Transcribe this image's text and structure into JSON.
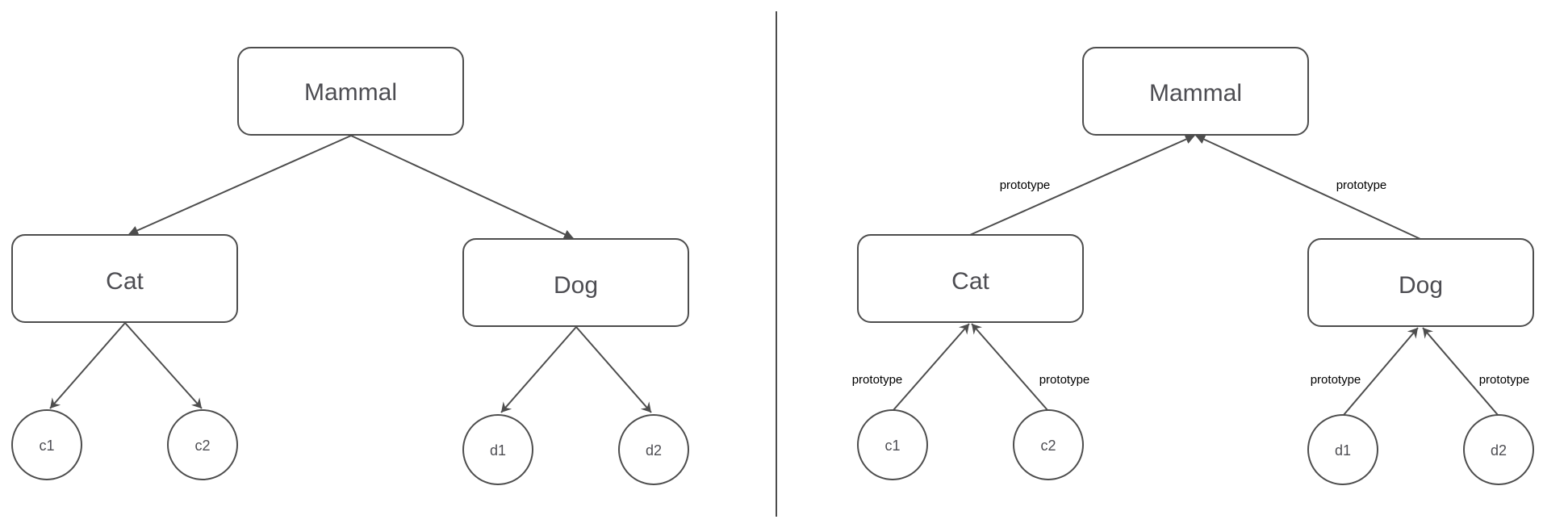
{
  "left": {
    "mammal": "Mammal",
    "cat": "Cat",
    "dog": "Dog",
    "c1": "c1",
    "c2": "c2",
    "d1": "d1",
    "d2": "d2"
  },
  "right": {
    "mammal": "Mammal",
    "cat": "Cat",
    "dog": "Dog",
    "c1": "c1",
    "c2": "c2",
    "d1": "d1",
    "d2": "d2",
    "edge_label": "prototype"
  },
  "colors": {
    "stroke": "#4d4d4d",
    "text": "#4d4d52"
  }
}
